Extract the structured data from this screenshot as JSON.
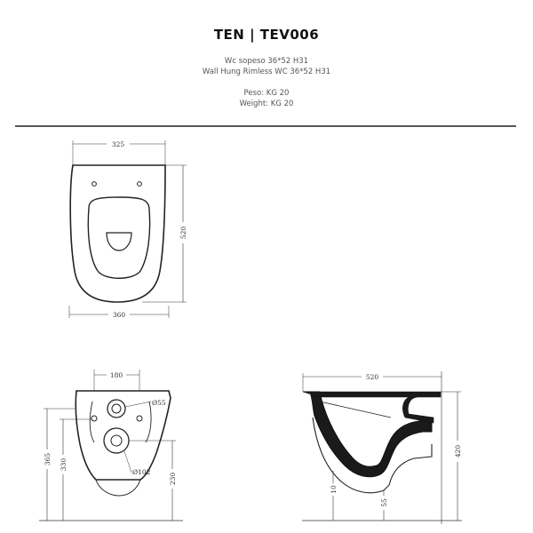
{
  "header": {
    "title": "TEN | TEV006",
    "line1": "Wc sopeso 36*52  H31",
    "line2": "Wall Hung Rimless WC 36*52 H31",
    "weight_it": "Peso: KG 20",
    "weight_en": "Weight: KG 20"
  },
  "top_view": {
    "width_top": "325",
    "width_bottom": "360",
    "depth": "520"
  },
  "front_view": {
    "bracket_width": "180",
    "height_total": "365",
    "height_mid": "330",
    "height_outlet": "230",
    "inlet_diameter": "Ø55",
    "outlet_diameter": "Ø102"
  },
  "side_view": {
    "length": "520",
    "height": "420",
    "bottom_left": "10",
    "bottom_right": "55"
  }
}
